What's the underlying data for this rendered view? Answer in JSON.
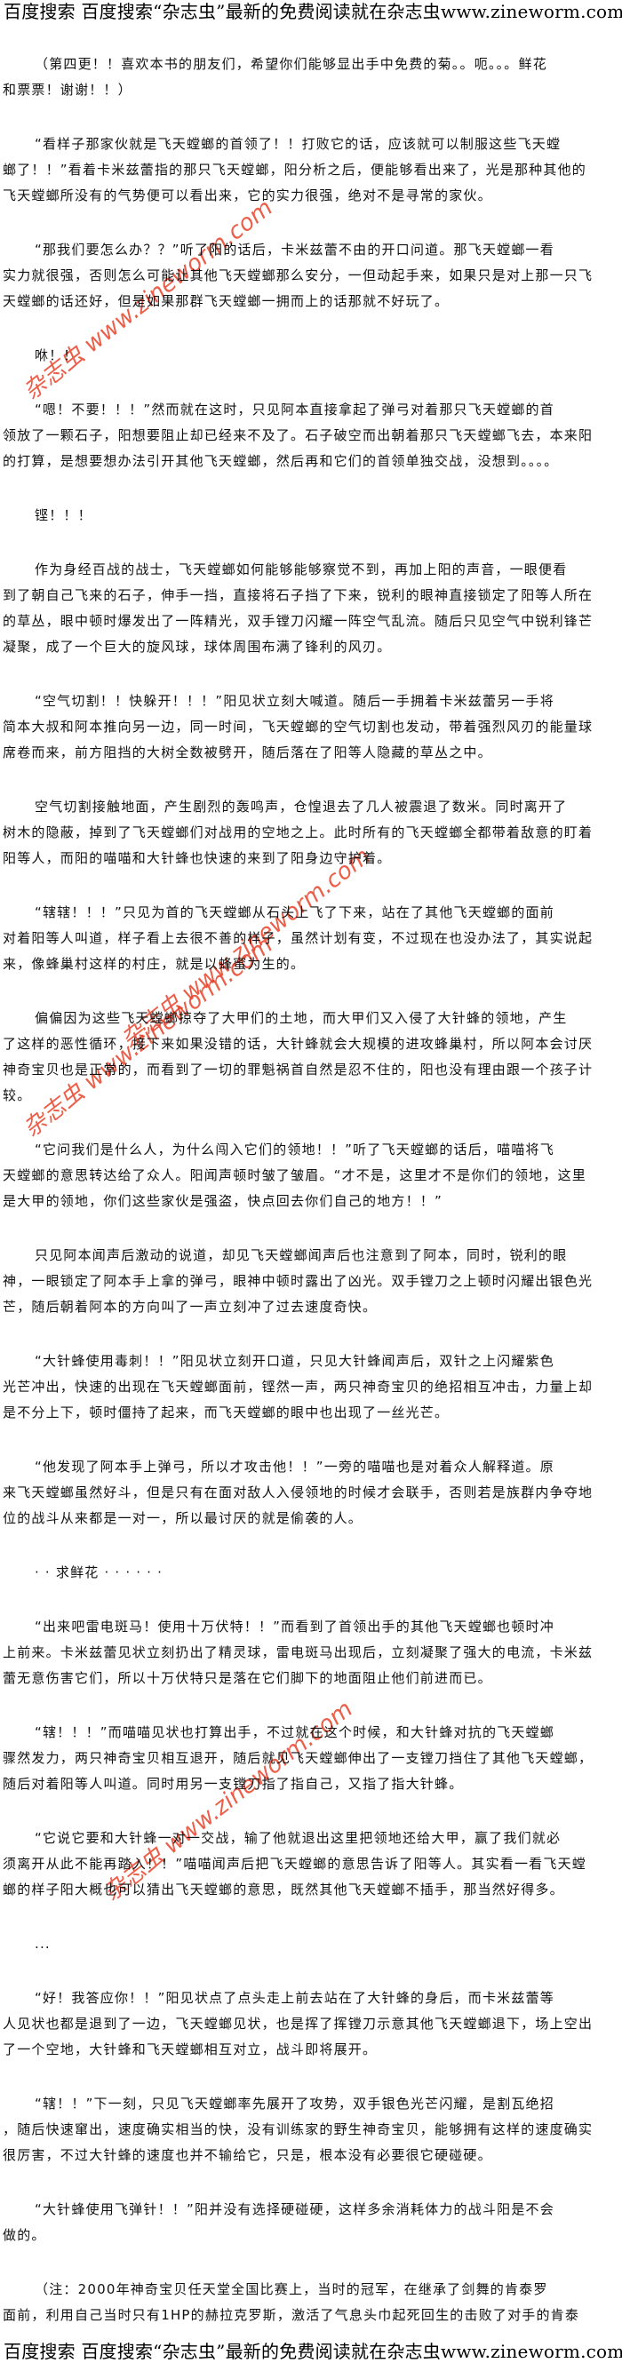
{
  "banner": {
    "text": "百度搜索 百度搜索“杂志虫”最新的免费阅读就在杂志虫www.zineworm.com"
  },
  "watermark": "杂志虫 www.zineworm.com",
  "paragraphs": [
    [
      "（第四更！！喜欢本书的朋友们，希望你们能够显出手中免费的菊。。呃。。。鲜花",
      "和票票！谢谢！！）"
    ],
    [
      "“看样子那家伙就是飞天螳螂的首领了！！打败它的话，应该就可以制服这些飞天螳",
      "螂了！！”看着卡米兹蕾指的那只飞天螳螂，阳分析之后，便能够看出来了，光是那种其他的",
      "飞天螳螂所没有的气势便可以看出来，它的实力很强，绝对不是寻常的家伙。"
    ],
    [
      "“那我们要怎么办？？”听了阳的话后，卡米兹蕾不由的开口问道。那飞天螳螂一看",
      "实力就很强，否则怎么可能让其他飞天螳螂那么安分，一但动起手来，如果只是对上那一只飞",
      "天螳螂的话还好，但是如果那群飞天螳螂一拥而上的话那就不好玩了。"
    ],
    [
      "咻！！"
    ],
    [
      "“嗯！不要！！！”然而就在这时，只见阿本直接拿起了弹弓对着那只飞天螳螂的首",
      "领放了一颗石子，阳想要阻止却已经来不及了。石子破空而出朝着那只飞天螳螂飞去，本来阳",
      "的打算，是想要想办法引开其他飞天螳螂，然后再和它们的首领单独交战，没想到。。。。"
    ],
    [
      "铿！！！"
    ],
    [
      "作为身经百战的战士，飞天螳螂如何能够能够察觉不到，再加上阳的声音，一眼便看",
      "到了朝自己飞来的石子，伸手一挡，直接将石子挡了下来，锐利的眼神直接锁定了阳等人所在",
      "的草丛，眼中顿时爆发出了一阵精光，双手镗刀闪耀一阵空气乱流。随后只见空气中锐利锋芒",
      "凝聚，成了一个巨大的旋风球，球体周围布满了锋利的风刃。"
    ],
    [
      "“空气切割！！快躲开！！！”阳见状立刻大喊道。随后一手拥着卡米兹蕾另一手将",
      "简本大叔和阿本推向另一边，同一时间，飞天螳螂的空气切割也发动，带着强烈风刃的能量球",
      "席卷而来，前方阻挡的大树全数被劈开，随后落在了阳等人隐藏的草丛之中。"
    ],
    [
      "空气切割接触地面，产生剧烈的轰鸣声，仓惶退去了几人被震退了数米。同时离开了",
      "树木的隐蔽，掉到了飞天螳螂们对战用的空地之上。此时所有的飞天螳螂全都带着敌意的盯着",
      "阳等人，而阳的喵喵和大针蜂也快速的来到了阳身边守护着。"
    ],
    [
      "“辖辖！！！”只见为首的飞天螳螂从石头上飞了下来，站在了其他飞天螳螂的面前",
      "对着阳等人叫道，样子看上去很不善的样子，虽然计划有变，不过现在也没办法了，其实说起",
      "来，像蜂巢村这样的村庄，就是以蜂蜜为生的。"
    ],
    [
      "偏偏因为这些飞天螳螂掠夺了大甲们的土地，而大甲们又入侵了大针蜂的领地，产生",
      "了这样的恶性循环，接下来如果没错的话，大针蜂就会大规模的进攻蜂巢村，所以阿本会讨厌",
      "神奇宝贝也是正常的，而看到了一切的罪魁祸首自然是忍不住的，阳也没有理由跟一个孩子计",
      "较。"
    ],
    [
      "“它问我们是什么人，为什么闯入它们的领地！！”听了飞天螳螂的话后，喵喵将飞",
      "天螳螂的意思转达给了众人。阳闻声顿时皱了皱眉。“才不是，这里才不是你们的领地，这里",
      "是大甲的领地，你们这些家伙是强盗，快点回去你们自己的地方！！”"
    ],
    [
      "只见阿本闻声后激动的说道，却见飞天螳螂闻声后也注意到了阿本，同时，锐利的眼",
      "神，一眼锁定了阿本手上拿的弹弓，眼神中顿时露出了凶光。双手镗刀之上顿时闪耀出银色光",
      "芒，随后朝着阿本的方向叫了一声立刻冲了过去速度奇快。"
    ],
    [
      "“大针蜂使用毒刺！！”阳见状立刻开口道，只见大针蜂闻声后，双针之上闪耀紫色",
      "光芒冲出，快速的出现在飞天螳螂面前，铿然一声，两只神奇宝贝的绝招相互冲击，力量上却",
      "是不分上下，顿时僵持了起来，而飞天螳螂的眼中也出现了一丝光芒。"
    ],
    [
      "“他发现了阿本手上弹弓，所以才攻击他！！”一旁的喵喵也是对着众人解释道。原",
      "来飞天螳螂虽然好斗，但是只有在面对敌人入侵领地的时候才会联手，否则若是族群内争夺地",
      "位的战斗从来都是一对一，所以最讨厌的就是偷袭的人。"
    ],
    [
      "· · 求鲜花 · · · · · ·"
    ],
    [
      "“出来吧雷电斑马！使用十万伏特！！”而看到了首领出手的其他飞天螳螂也顿时冲",
      "上前来。卡米兹蕾见状立刻扔出了精灵球，雷电斑马出现后，立刻凝聚了强大的电流，卡米兹",
      "蕾无意伤害它们，所以十万伏特只是落在它们脚下的地面阻止他们前进而已。"
    ],
    [
      "“辖！！！”而喵喵见状也打算出手，不过就在这个时候，和大针蜂对抗的飞天螳螂",
      "骤然发力，两只神奇宝贝相互退开，随后就见飞天螳螂伸出了一支镗刀挡住了其他飞天螳螂，",
      "随后对着阳等人叫道。同时用另一支镗刀指了指自己，又指了指大针蜂。"
    ],
    [
      "“它说它要和大针蜂一对一交战，输了他就退出这里把领地还给大甲，赢了我们就必",
      "须离开从此不能再踏入！！”喵喵闻声后把飞天螳螂的意思告诉了阳等人。其实看一看飞天螳",
      "螂的样子阳大概也可以猜出飞天螳螂的意思，既然其他飞天螳螂不插手，那当然好得多。"
    ],
    [
      "..."
    ],
    [
      "“好！我答应你！！”阳见状点了点头走上前去站在了大针蜂的身后，而卡米兹蕾等",
      "人见状也都是退到了一边，飞天螳螂见状，也是挥了挥镗刀示意其他飞天螳螂退下，场上空出",
      "了一个空地，大针蜂和飞天螳螂相互对立，战斗即将展开。"
    ],
    [
      "“辖！！”下一刻，只见飞天螳螂率先展开了攻势，双手银色光芒闪耀，是割瓦绝招",
      "，随后快速窜出，速度确实相当的快，没有训练家的野生神奇宝贝，能够拥有这样的速度确实",
      "很厉害，不过大针蜂的速度也并不输给它，只是，根本没有必要很它硬碰硬。"
    ],
    [
      "“大针蜂使用飞弹针！！”阳并没有选择硬碰硬，这样多余消耗体力的战斗阳是不会",
      "做的。"
    ],
    [
      "（注：2000年神奇宝贝任天堂全国比赛上，当时的冠军，在继承了剑舞的肯泰罗",
      "面前，利用自己当时只有1HP的赫拉克罗斯，激活了气息头巾起死回生的击败了对手的肯泰"
    ]
  ]
}
